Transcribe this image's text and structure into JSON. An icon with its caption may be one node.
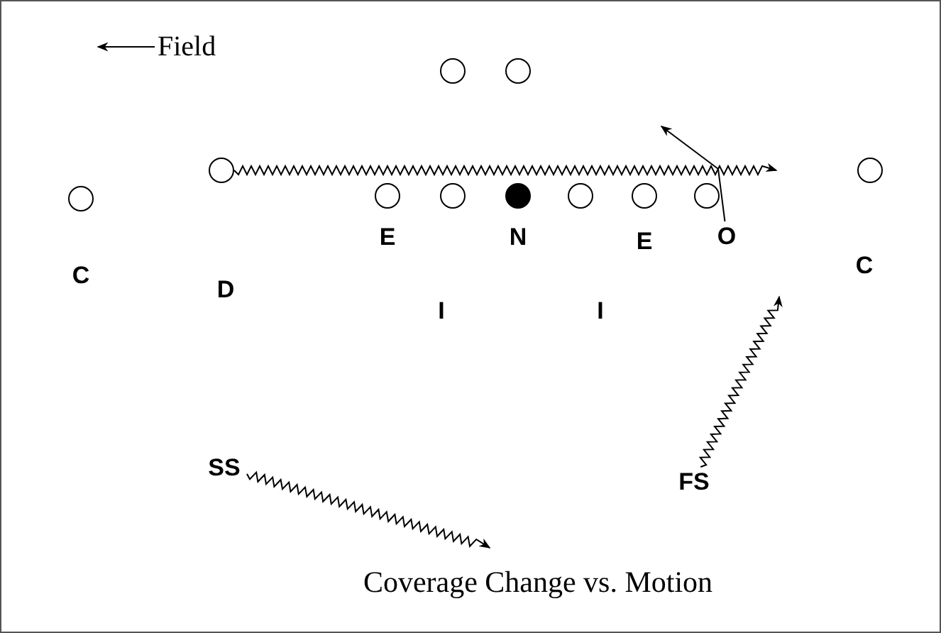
{
  "diagram": {
    "caption": "Coverage Change vs. Motion",
    "nodes": [
      {
        "text": [],
        "shape": "circle"
      },
      {
        "text": [],
        "shape": "circle"
      },
      {
        "text": [],
        "shape": "circle"
      },
      {
        "text": [],
        "shape": "circle"
      },
      {
        "text": [],
        "shape": "circle"
      },
      {
        "text": [],
        "shape": "circle"
      },
      {
        "text": [],
        "shape": "circle"
      },
      {
        "text": [],
        "shape": "dot"
      },
      {
        "text": [],
        "shape": "circle"
      },
      {
        "text": [],
        "shape": "circle"
      },
      {
        "text": [],
        "shape": "circle"
      },
      {
        "text": [
          "O"
        ]
      },
      {
        "text": [
          "SS"
        ]
      },
      {
        "text": [
          "FS"
        ]
      }
    ],
    "edges": [
      {
        "from": 2,
        "to": null,
        "arrow": "to"
      },
      {
        "from": 11,
        "to": null,
        "arrow": "to"
      },
      {
        "from": 12,
        "to": null,
        "arrow": "to"
      },
      {
        "from": 13,
        "to": null,
        "arrow": "to"
      }
    ],
    "labels": [
      "Field",
      "E",
      "N",
      "E",
      "C",
      "C",
      "D",
      "I",
      "I"
    ]
  }
}
